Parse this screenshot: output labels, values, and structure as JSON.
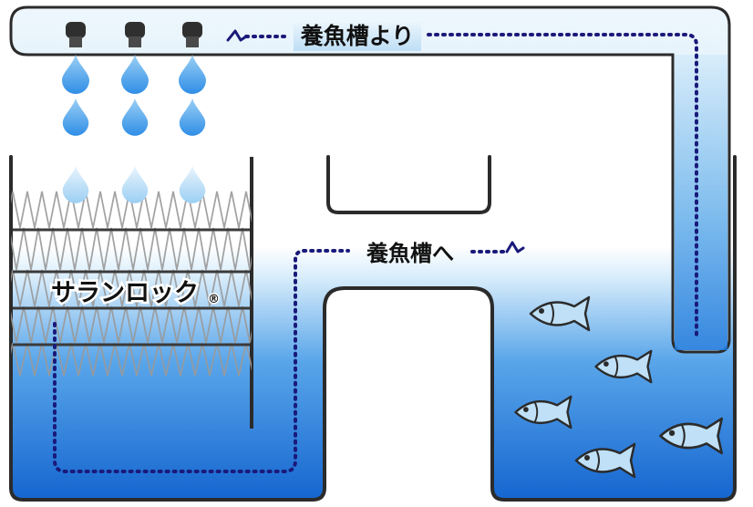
{
  "labels": {
    "from_tank": "養魚槽より",
    "to_tank": "養魚槽へ",
    "media": "サランロック",
    "registered": "®"
  },
  "colors": {
    "water_dark": "#1e78dc",
    "water_light": "#bfe0f6",
    "pipe_light": "#e4f2fb",
    "outline": "#2b2b2b",
    "flow_path": "#1a1a7a",
    "droplet": "#3a96e6",
    "fish_fill": "#bfe0f6"
  },
  "icons": {
    "nozzle": "nozzle-icon",
    "droplet": "water-droplet-icon",
    "fish": "fish-icon",
    "media": "filter-media-mesh"
  }
}
